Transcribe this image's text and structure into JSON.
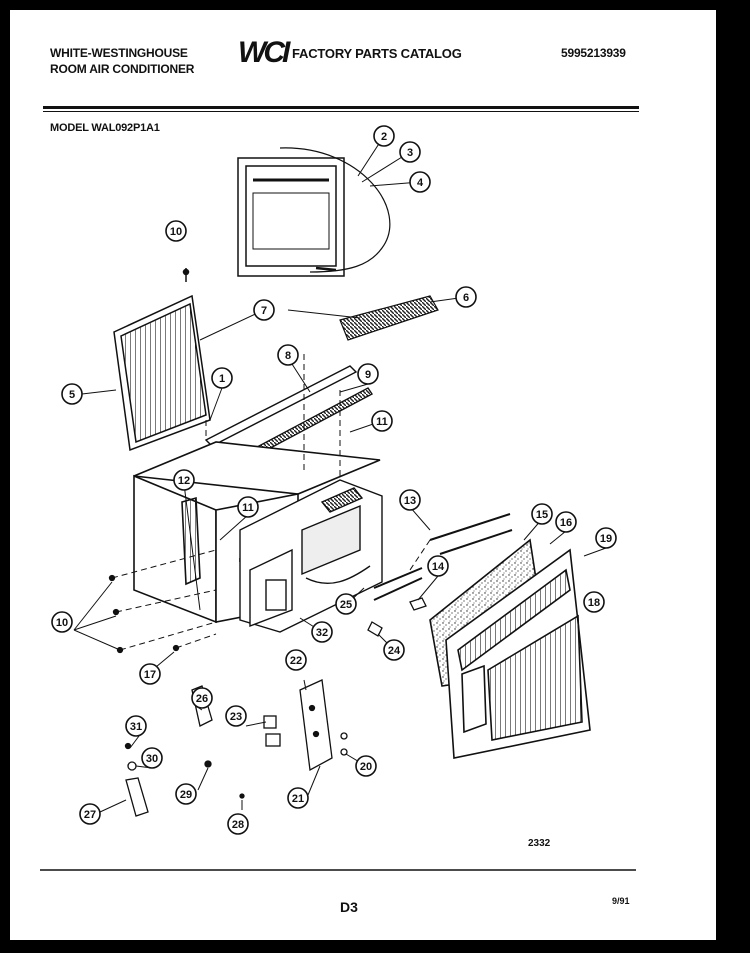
{
  "header": {
    "brand_line1": "WHITE-WESTINGHOUSE",
    "brand_line2": "ROOM AIR CONDITIONER",
    "logo": "WCI",
    "catalog_title": "FACTORY PARTS CATALOG",
    "catalog_number": "5995213939",
    "model_label": "MODEL WAL092P1A1"
  },
  "callouts": [
    "2",
    "3",
    "4",
    "10",
    "6",
    "7",
    "8",
    "1",
    "9",
    "5",
    "11",
    "12",
    "11",
    "13",
    "15",
    "16",
    "19",
    "18",
    "14",
    "25",
    "10",
    "32",
    "24",
    "17",
    "22",
    "26",
    "31",
    "23",
    "30",
    "20",
    "29",
    "27",
    "21",
    "28"
  ],
  "footer": {
    "drawing_number": "2332",
    "page_code": "D3",
    "date": "9/91"
  }
}
